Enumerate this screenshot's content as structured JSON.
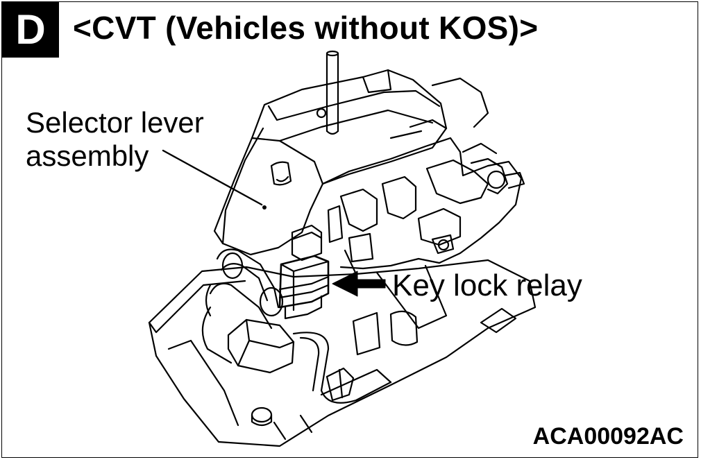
{
  "badge": "D",
  "title": "<CVT (Vehicles without KOS)>",
  "labels": {
    "selector_line1": "Selector lever",
    "selector_line2": "assembly",
    "key_lock_relay": "Key lock relay"
  },
  "figure_code": "ACA00092AC"
}
